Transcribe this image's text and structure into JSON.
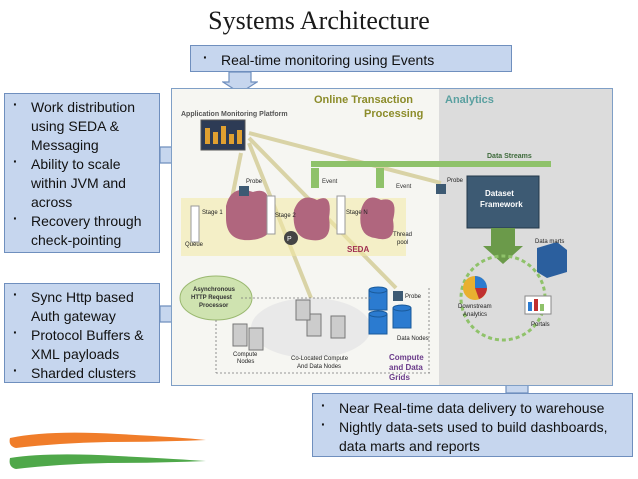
{
  "title": "Systems Architecture",
  "callouts": {
    "top": [
      "Real-time monitoring using Events"
    ],
    "left_upper": [
      "Work distribution using SEDA & Messaging",
      "Ability to scale within JVM and across",
      "Recovery through check-pointing"
    ],
    "left_lower": [
      "Sync Http based Auth gateway",
      "Protocol Buffers & XML payloads",
      "Sharded clusters"
    ],
    "bottom": [
      "Near Real-time data delivery to warehouse",
      "Nightly data-sets used to build dashboards, data marts and reports"
    ]
  },
  "diagram": {
    "app_monitoring": "Application Monitoring Platform",
    "otp_line1": "Online Transaction",
    "otp_line2": "Processing",
    "analytics": "Analytics",
    "data_streams": "Data Streams",
    "event1": "Event",
    "event2": "Event",
    "probe1": "Probe",
    "probe2": "Probe",
    "probe3": "Probe",
    "stage1": "Stage 1",
    "stage2": "Stage 2",
    "stageN": "Stage N",
    "queue": "Queue",
    "thread_pool_1": "Thread",
    "thread_pool_2": "pool",
    "seda": "SEDA",
    "async_1": "Asynchronous",
    "async_2": "HTTP Request",
    "async_3": "Processor",
    "compute_nodes_1": "Compute",
    "compute_nodes_2": "Nodes",
    "colocated_1": "Co-Located Compute",
    "colocated_2": "And Data Nodes",
    "data_nodes": "Data Nodes",
    "grids_1": "Compute",
    "grids_2": "and Data",
    "grids_3": "Grids",
    "dataset_1": "Dataset",
    "dataset_2": "Framework",
    "data_marts": "Data marts",
    "downstream_1": "Downstream",
    "downstream_2": "Analytics",
    "portals": "Portals"
  },
  "colors": {
    "callout_fill": "#c6d6ee",
    "callout_border": "#6f8fbe",
    "arrow_fill": "#c6d6ee",
    "diagram_border": "#7f9fc6",
    "analytics_bg": "#dcdcdc",
    "olive_text": "#8c8c2a",
    "teal_text": "#5aa0a0",
    "seda_pink": "#b0667e",
    "seda_text": "#a02e50",
    "green_bar": "#8fc26a",
    "dataset_box": "#3d5a73",
    "grid_text": "#6a3a8a",
    "swoosh_orange": "#f07d2a",
    "swoosh_green": "#4fa84a"
  }
}
